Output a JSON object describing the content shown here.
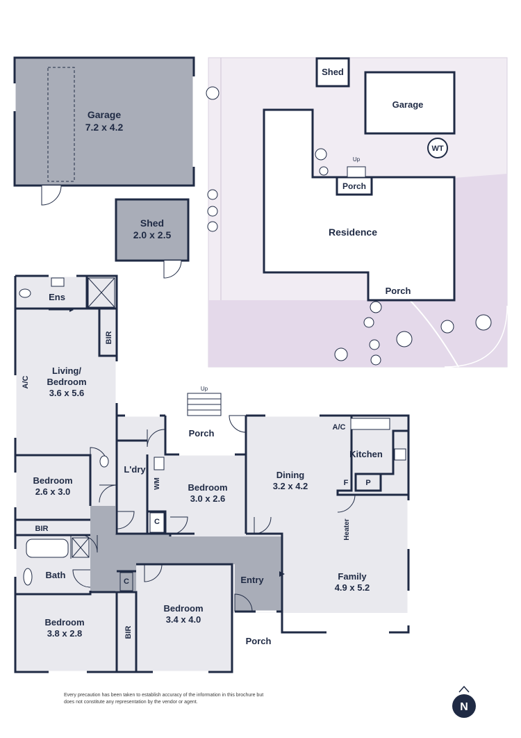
{
  "colors": {
    "wall": "#1f2a44",
    "garage_fill": "#a9adb8",
    "hall_fill": "#a9adb8",
    "room_fill": "#e9e9ee",
    "site_fill": "#f1ecf3",
    "lawn_fill": "#e4d9ea",
    "building_fill": "#ffffff"
  },
  "outbuildings": {
    "garage": {
      "name": "Garage",
      "size": "7.2 x 4.2"
    },
    "shed": {
      "name": "Shed",
      "size": "2.0 x 2.5"
    }
  },
  "site_plan": {
    "shed": "Shed",
    "garage": "Garage",
    "wt": "WT",
    "up": "Up",
    "porch_top": "Porch",
    "residence": "Residence",
    "porch_bottom": "Porch"
  },
  "rooms": {
    "ens": "Ens",
    "bir_upper": "BIR",
    "ac_left": "A/C",
    "living_name": "Living/",
    "living_name2": "Bedroom",
    "living_size": "3.6 x 5.6",
    "bed_a_name": "Bedroom",
    "bed_a_size": "2.6 x 3.0",
    "bir_lower": "BIR",
    "bath": "Bath",
    "bed_b_name": "Bedroom",
    "bed_b_size": "3.8 x 2.8",
    "c_left": "C",
    "bir_vertical": "BIR",
    "bed_c_name": "Bedroom",
    "bed_c_size": "3.4 x 4.0",
    "laundry": "L'dry",
    "wm": "WM",
    "c_laundry": "C",
    "bed_d_name": "Bedroom",
    "bed_d_size": "3.0 x 2.6",
    "porch_mid": "Porch",
    "up_mid": "Up",
    "dining_name": "Dining",
    "dining_size": "3.2 x 4.2",
    "ac_kitchen": "A/C",
    "kitchen": "Kitchen",
    "f": "F",
    "p": "P",
    "heater": "Heater",
    "family_name": "Family",
    "family_size": "4.9 x 5.2",
    "entry": "Entry",
    "porch_entry": "Porch"
  },
  "compass": "N",
  "disclaimer": "Every precaution has been taken to establish accuracy of the information in this brochure but does not constitute any representation by the vendor or agent."
}
